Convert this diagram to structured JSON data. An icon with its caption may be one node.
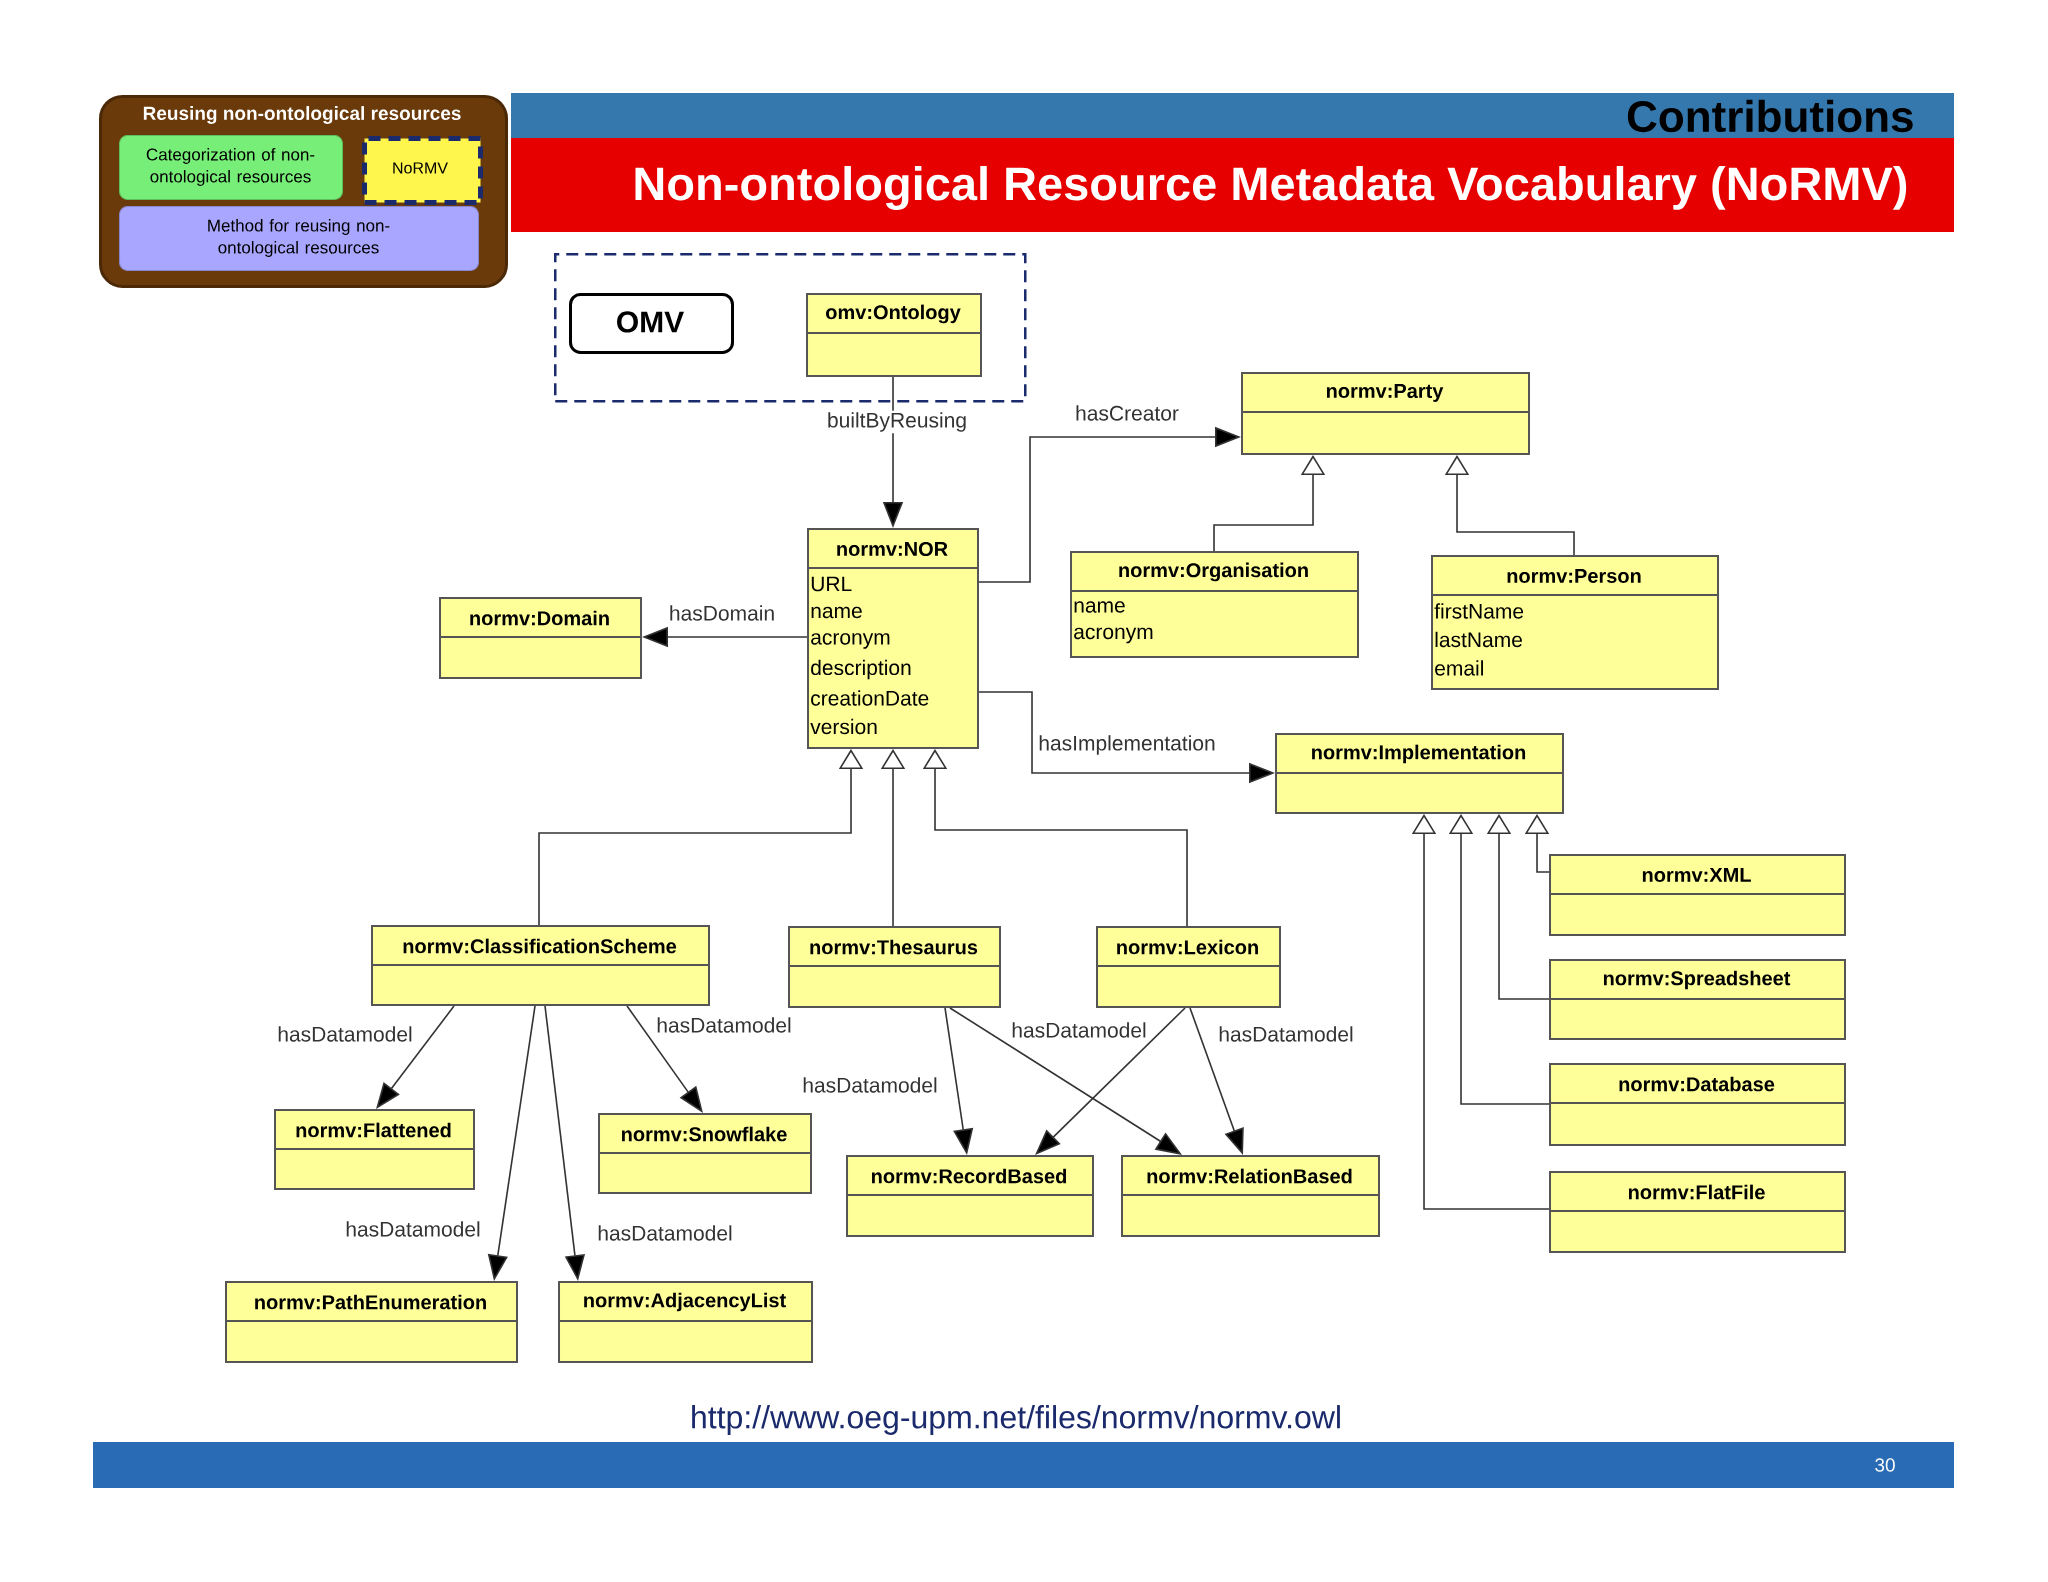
{
  "diagram": {
    "title": "Non-ontological Resource Metadata Vocabulary (NoRMV)",
    "nodes": [
      {
        "text": [
          "Reusing non-ontological resources"
        ]
      },
      {
        "text": [
          "Categorization of non-ontological resources"
        ],
        "in": 0
      },
      {
        "text": [
          "NoRMV"
        ],
        "in": 0
      },
      {
        "text": [
          "Method for reusing non-ontological resources"
        ],
        "in": 0
      },
      {
        "text": [],
        "shape": "box"
      },
      {
        "text": [
          "OMV"
        ],
        "in": 4
      },
      {
        "text": [
          "omv:Ontology"
        ],
        "in": 4
      },
      {
        "text": [
          "normv:Party"
        ]
      },
      {
        "text": [
          "normv:Domain"
        ]
      },
      {
        "text": [
          "normv:NOR",
          "URL",
          "name",
          "acronym",
          "description",
          "creationDate",
          "version"
        ]
      },
      {
        "text": [
          "normv:Organisation",
          "name",
          "acronym"
        ]
      },
      {
        "text": [
          "normv:Person",
          "firstName",
          "lastName",
          "email"
        ]
      },
      {
        "text": [
          "normv:Implementation"
        ]
      },
      {
        "text": [
          "normv:XML"
        ]
      },
      {
        "text": [
          "normv:ClassificationScheme"
        ]
      },
      {
        "text": [
          "normv:Thesaurus"
        ]
      },
      {
        "text": [
          "normv:Lexicon"
        ]
      },
      {
        "text": [
          "normv:Spreadsheet"
        ]
      },
      {
        "text": [
          "normv:Flattened"
        ]
      },
      {
        "text": [
          "normv:Snowflake"
        ]
      },
      {
        "text": [
          "normv:Database"
        ]
      },
      {
        "text": [
          "normv:RecordBased"
        ]
      },
      {
        "text": [
          "normv:RelationBased"
        ]
      },
      {
        "text": [
          "normv:FlatFile"
        ]
      },
      {
        "text": [
          "normv:PathEnumeration"
        ]
      },
      {
        "text": [
          "normv:AdjacencyList"
        ]
      }
    ],
    "edges": [
      {
        "from": 6,
        "to": 9,
        "arrow": "to",
        "label": "builtByReusing"
      },
      {
        "from": 9,
        "to": 7,
        "arrow": "to",
        "label": "hasCreator"
      },
      {
        "from": 9,
        "to": 8,
        "arrow": "to",
        "label": "hasDomain"
      },
      {
        "from": 9,
        "to": 12,
        "arrow": "to",
        "label": "hasImplementation"
      },
      {
        "from": 10,
        "to": 7,
        "arrow": "to"
      },
      {
        "from": 11,
        "to": 7,
        "arrow": "to"
      },
      {
        "from": 14,
        "to": 9,
        "arrow": "to"
      },
      {
        "from": 15,
        "to": 9,
        "arrow": "to"
      },
      {
        "from": 16,
        "to": 9,
        "arrow": "to"
      },
      {
        "from": 13,
        "to": 12,
        "arrow": "to"
      },
      {
        "from": 17,
        "to": 12,
        "arrow": "to"
      },
      {
        "from": 20,
        "to": 12,
        "arrow": "to"
      },
      {
        "from": 23,
        "to": 12,
        "arrow": "to"
      },
      {
        "from": 14,
        "to": 18,
        "arrow": "to",
        "label": "hasDatamodel"
      },
      {
        "from": 14,
        "to": 19,
        "arrow": "to",
        "label": "hasDatamodel"
      },
      {
        "from": 14,
        "to": 24,
        "arrow": "to",
        "label": "hasDatamodel"
      },
      {
        "from": 14,
        "to": 25,
        "arrow": "to",
        "label": "hasDatamodel"
      },
      {
        "from": 15,
        "to": 21,
        "arrow": "to",
        "label": "hasDatamodel"
      },
      {
        "from": 15,
        "to": 22,
        "arrow": "to"
      },
      {
        "from": 16,
        "to": 21,
        "arrow": "to",
        "label": "hasDatamodel"
      },
      {
        "from": 16,
        "to": 22,
        "arrow": "to",
        "label": "hasDatamodel"
      }
    ],
    "labels": [
      "Contributions",
      "http://www.oeg-upm.net/files/normv/normv.owl",
      "30"
    ]
  }
}
